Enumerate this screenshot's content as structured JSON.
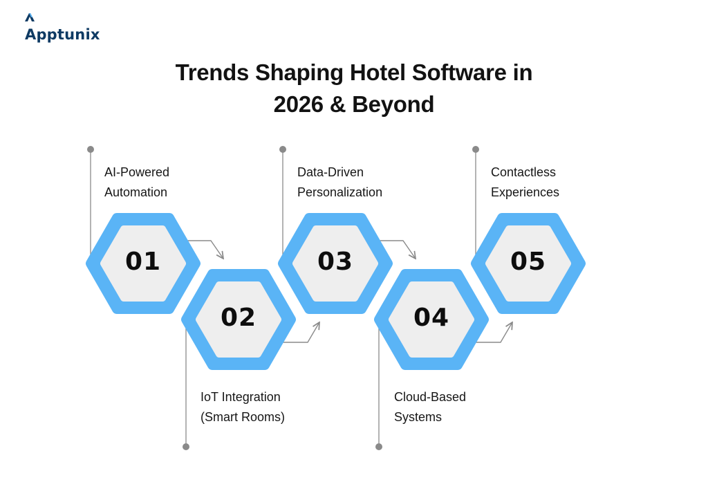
{
  "brand": {
    "name": "Apptunix",
    "color": "#0e3a63"
  },
  "title": {
    "line1": "Trends Shaping Hotel Software in",
    "line2": "2026 & Beyond"
  },
  "colors": {
    "hex_outer": "#5ab4f6",
    "hex_inner": "#eeeeee",
    "connector": "#8a8a8a"
  },
  "steps": [
    {
      "number": "01",
      "line1": "AI-Powered",
      "line2": "Automation"
    },
    {
      "number": "02",
      "line1": "IoT Integration",
      "line2": "(Smart Rooms)"
    },
    {
      "number": "03",
      "line1": "Data-Driven",
      "line2": "Personalization"
    },
    {
      "number": "04",
      "line1": "Cloud-Based",
      "line2": "Systems"
    },
    {
      "number": "05",
      "line1": "Contactless",
      "line2": "Experiences"
    }
  ]
}
